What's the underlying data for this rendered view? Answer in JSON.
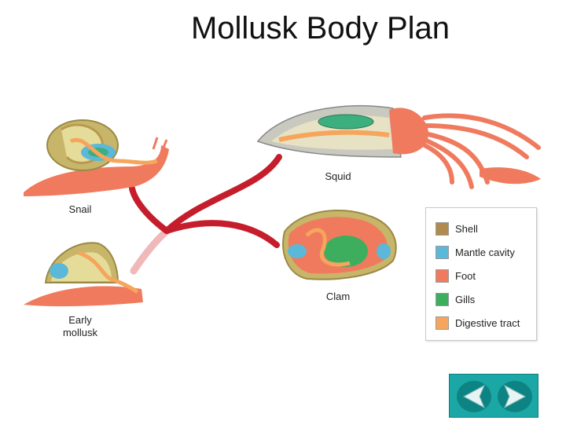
{
  "title": "Mollusk Body Plan",
  "labels": {
    "squid": "Squid",
    "snail": "Snail",
    "clam": "Clam",
    "early_mollusk": "Early mollusk"
  },
  "legend": [
    {
      "label": "Shell",
      "color": "#b08a4e"
    },
    {
      "label": "Mantle cavity",
      "color": "#5bb8d8"
    },
    {
      "label": "Foot",
      "color": "#f07a5e"
    },
    {
      "label": "Gills",
      "color": "#3dae5e"
    },
    {
      "label": "Digestive tract",
      "color": "#f5a55c"
    }
  ],
  "nav": {
    "back_icon": "left-arrow-icon",
    "forward_icon": "right-arrow-icon",
    "color": "#1aa7a6"
  }
}
